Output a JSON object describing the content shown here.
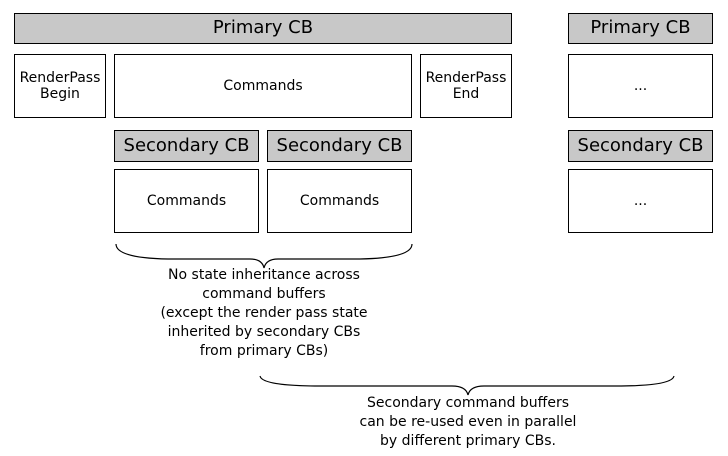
{
  "left": {
    "primary_cb": "Primary CB",
    "renderpass_begin": [
      "RenderPass",
      "Begin"
    ],
    "commands": "Commands",
    "renderpass_end": [
      "RenderPass",
      "End"
    ],
    "secondary_cbs": [
      {
        "header": "Secondary CB",
        "body": "Commands"
      },
      {
        "header": "Secondary CB",
        "body": "Commands"
      }
    ]
  },
  "right": {
    "primary_cb": "Primary CB",
    "primary_body": "...",
    "secondary_cb": "Secondary CB",
    "secondary_body": "..."
  },
  "notes": {
    "state_inheritance": [
      "No state inheritance across",
      "command buffers",
      "(except the render pass state",
      "inherited by secondary CBs",
      "from primary CBs)"
    ],
    "reuse": [
      "Secondary command buffers",
      "can be re-used even in parallel",
      "by different primary CBs."
    ]
  },
  "colors": {
    "header_fill": "#c8c8c8",
    "box_fill": "#ffffff",
    "stroke": "#000000"
  }
}
